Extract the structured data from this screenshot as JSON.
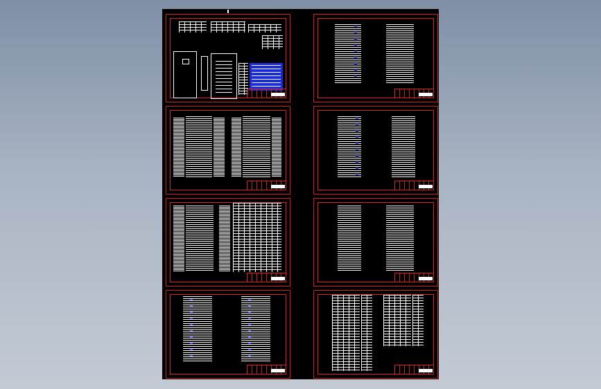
{
  "viewer": {
    "background_top": "#7f8fa6",
    "background_bottom": "#c3cad4",
    "sheet_background": "#000000",
    "border_color": "#d01c1c",
    "highlight_color": "#1a2bd8"
  },
  "drawings": [
    {
      "id": "sheet-1",
      "content": "layout-and-panel"
    },
    {
      "id": "sheet-2",
      "content": "wiring-terminals"
    },
    {
      "id": "sheet-3",
      "content": "terminal-tables"
    },
    {
      "id": "sheet-4",
      "content": "wiring-terminals"
    },
    {
      "id": "sheet-5",
      "content": "terminal-tables-large"
    },
    {
      "id": "sheet-6",
      "content": "wiring-terminals"
    },
    {
      "id": "sheet-7",
      "content": "wiring-terminals-blue"
    },
    {
      "id": "sheet-8",
      "content": "terminal-blocks"
    }
  ]
}
